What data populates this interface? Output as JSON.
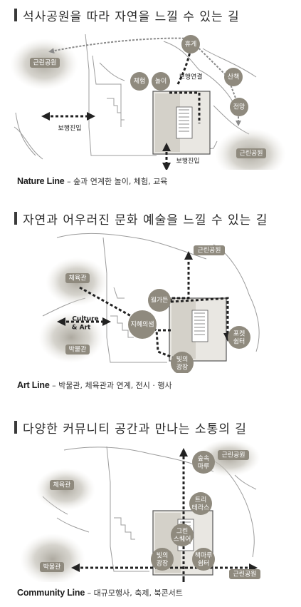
{
  "sections": [
    {
      "title": "석사공원을 따라 자연을 느낄 수 있는 길",
      "line_name": "Nature Line",
      "line_desc": "– 숲과 연계한 놀이, 체험, 교육",
      "labels": {
        "park_left": "근린공원",
        "park_right": "근린공원",
        "rest": "휴게",
        "walk": "산책",
        "view": "전망",
        "experience": "체험",
        "play": "놀이",
        "connect": "보행연결",
        "entry_left": "보행진입",
        "entry_bottom": "보행진입"
      }
    },
    {
      "title": "자연과 어우러진 문화 예술을 느낄 수 있는 길",
      "line_name": "Art Line",
      "line_desc": "– 박물관, 체육관과 연계, 전시 · 행사",
      "labels": {
        "gym": "체육관",
        "museum": "박물관",
        "culture": "Culture",
        "art": "& Art",
        "wall_garden": "월가든",
        "wisdom": "지혜의샘",
        "light_plaza_1": "빛의",
        "light_plaza_2": "광장",
        "pocket_1": "포켓",
        "pocket_2": "쉼터",
        "park": "근린공원"
      }
    },
    {
      "title": "다양한 커뮤니티 공간과 만나는 소통의 길",
      "line_name": "Community Line",
      "line_desc": "– 대규모행사, 축제, 북콘서트",
      "labels": {
        "gym": "체육관",
        "museum": "박물관",
        "park_top": "근린공원",
        "park_right": "근린공원",
        "forest_1": "숲속",
        "forest_2": "마루",
        "tree_1": "트리",
        "tree_2": "테라스",
        "green_1": "그린",
        "green_2": "스퀘어",
        "light_1": "빛의",
        "light_2": "광장",
        "book_1": "책마루",
        "book_2": "쉼터"
      }
    }
  ],
  "colors": {
    "heading_bar": "#3a3a3a",
    "circle_fill": "#8f8a7e",
    "blob": "#bfbcb3",
    "line": "#222222",
    "map_line": "#9c9c9c"
  }
}
